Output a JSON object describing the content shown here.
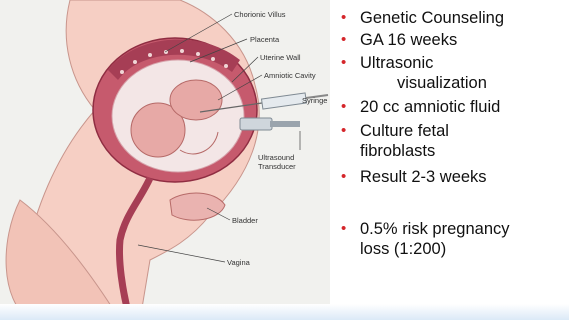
{
  "labels": {
    "chorionic_villus": "Chorionic Villus",
    "placenta": "Placenta",
    "uterine_wall": "Uterine Wall",
    "amniotic_cavity": "Amniotic Cavity",
    "syringe": "Syringe",
    "ultrasound_line1": "Ultrasound",
    "ultrasound_line2": "Transducer",
    "bladder": "Bladder",
    "vagina": "Vagina"
  },
  "bullets": [
    {
      "text": "Genetic Counseling"
    },
    {
      "text": "GA 16 weeks"
    },
    {
      "line1": "Ultrasonic",
      "line2": "visualization"
    },
    {
      "text": "20 cc amniotic fluid"
    },
    {
      "line1": "Culture fetal",
      "line2": "fibroblasts"
    },
    {
      "text": "Result 2-3 weeks"
    },
    {
      "line1": "0.5% risk pregnancy",
      "line2": "loss (1:200)"
    }
  ],
  "bullet_glyph": "•",
  "colors": {
    "bullet": "#d5262b",
    "skin": "#f6cfc4",
    "tissue": "#c65a6d",
    "placenta": "#a63e55",
    "fluid": "#f3e6e6",
    "fetus": "#e7a9a6"
  }
}
